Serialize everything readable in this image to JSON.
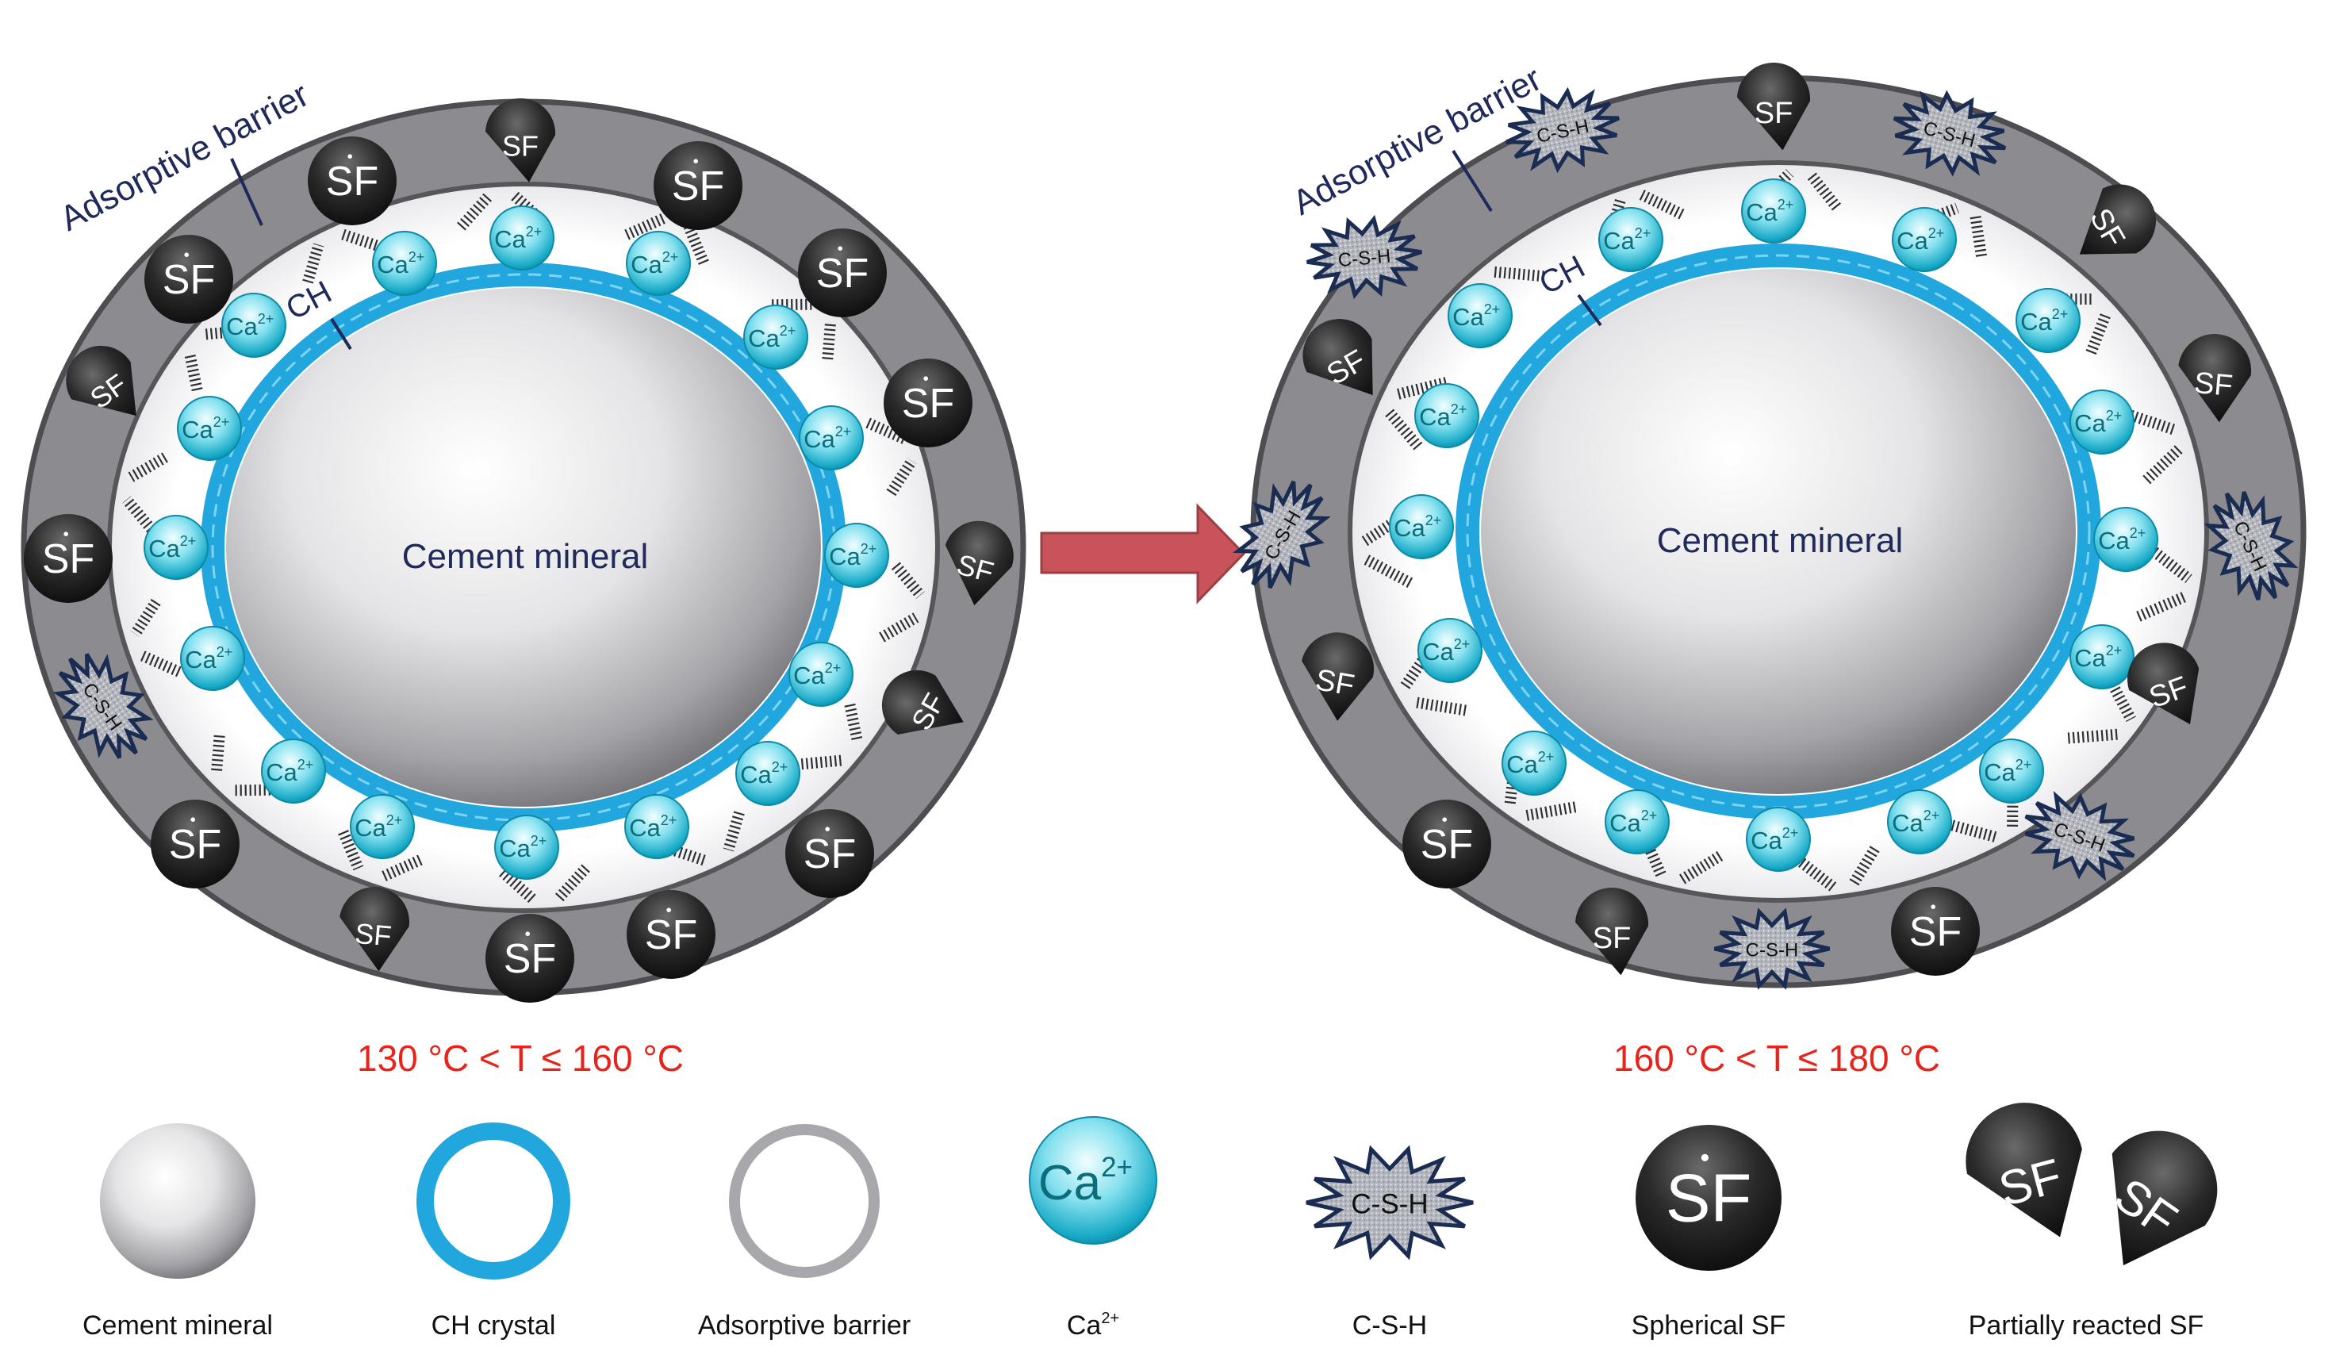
{
  "left_panel": {
    "barrier_label": "Adsorptive barrier",
    "ch_label": "CH",
    "core_label": "Cement mineral",
    "condition": "130 °C < T ≤ 160 °C",
    "ca_label": "Ca",
    "ca_superscript": "2+",
    "sf_label": "SF",
    "csh_label": "C-S-H"
  },
  "right_panel": {
    "barrier_label": "Adsorptive barrier",
    "ch_label": "CH",
    "core_label": "Cement mineral",
    "condition": "160 °C < T ≤ 180 °C",
    "ca_label": "Ca",
    "ca_superscript": "2+",
    "sf_label": "SF",
    "csh_label": "C-S-H"
  },
  "legend": {
    "cement_mineral": "Cement mineral",
    "ch_crystal": "CH crystal",
    "adsorptive_barrier": "Adsorptive barrier",
    "ca_label": "Ca",
    "ca_superscript": "2+",
    "csh_label": "C-S-H",
    "csh_caption": "C-S-H",
    "sf_label": "SF",
    "spherical_sf": "Spherical SF",
    "partially_reacted_sf": "Partially reacted SF"
  },
  "colors": {
    "barrier": "#8c8c90",
    "ch_ring": "#21a6de",
    "condition_text": "#e8231b",
    "arrow": "#c9535a",
    "core_text": "#1f2a5a"
  }
}
